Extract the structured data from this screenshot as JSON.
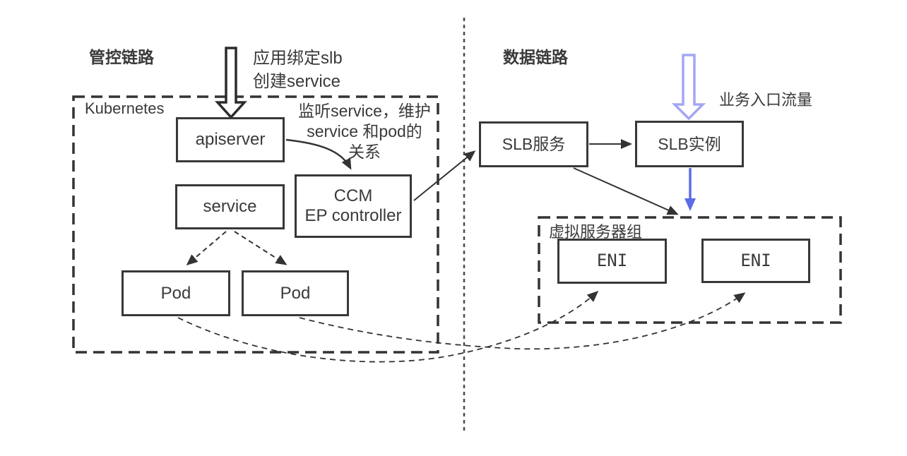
{
  "titles": {
    "control": "管控链路",
    "data": "数据链路"
  },
  "groups": {
    "kubernetes": "Kubernetes",
    "virtual_server_group": "虚拟服务器组"
  },
  "nodes": {
    "apiserver": "apiserver",
    "service": "service",
    "ccm": {
      "line1": "CCM",
      "line2": "EP controller"
    },
    "pod_left": "Pod",
    "pod_right": "Pod",
    "slb_service": "SLB服务",
    "slb_instance": "SLB实例",
    "eni_left": "ENI",
    "eni_right": "ENI"
  },
  "annotations": {
    "app_bind_line1": "应用绑定slb",
    "app_bind_line2": "创建service",
    "watch_line1": "监听service，维护",
    "watch_line2": "service 和pod的",
    "watch_line3": "关系",
    "ingress_traffic": "业务入口流量"
  },
  "colors": {
    "line": "#3a3a3a",
    "ingress_arrow_outline": "#a3a6f2",
    "instance_to_group_arrow": "#5c6ce6"
  }
}
